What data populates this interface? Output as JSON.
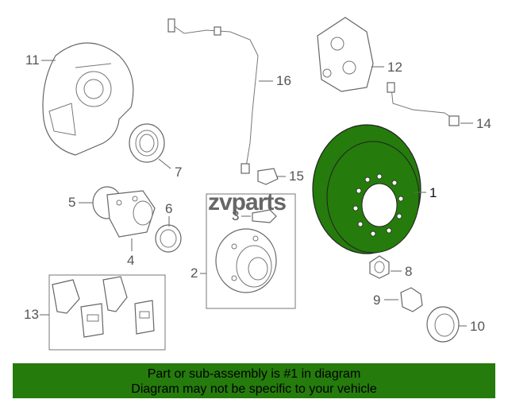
{
  "diagram": {
    "callouts": {
      "c1": "1",
      "c2": "2",
      "c3": "3",
      "c4": "4",
      "c5": "5",
      "c6": "6",
      "c7": "7",
      "c8": "8",
      "c9": "9",
      "c10": "10",
      "c11": "11",
      "c12": "12",
      "c13": "13",
      "c14": "14",
      "c15": "15",
      "c16": "16"
    },
    "highlight_color": "#257b0c"
  },
  "watermark": {
    "text": "zvparts"
  },
  "banner": {
    "line1": "Part or sub-assembly is #1 in diagram",
    "line2": "Diagram may not be specific to your vehicle",
    "color": "#257b0c"
  }
}
